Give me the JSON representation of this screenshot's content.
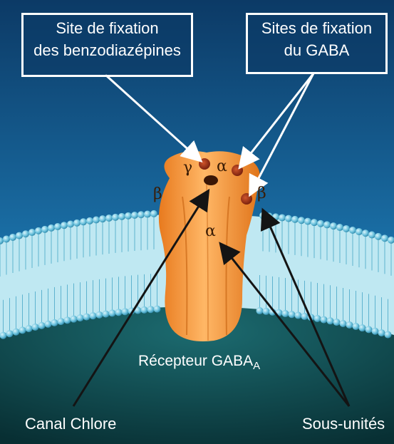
{
  "labels": {
    "benzo_site": [
      "Site de fixation",
      "des benzodiazépines"
    ],
    "gaba_sites": [
      "Sites de fixation",
      "du GABA"
    ],
    "receptor": "Récepteur GABA",
    "receptor_subscript": "A",
    "chloride_channel": "Canal Chlore",
    "subunits": "Sous-unités"
  },
  "subunits": {
    "gamma": "γ",
    "alpha_top": "α",
    "beta_left": "β",
    "beta_right": "β",
    "alpha_front": "α"
  },
  "colors": {
    "background_top": "#0d3f6b",
    "background_bottom": "#1f7fb8",
    "membrane_head": "#6dc3de",
    "membrane_tail": "#c9eef5",
    "cell_interior": "#0c4c52",
    "protein": "#f59b3b",
    "binding_site": "#a23217"
  }
}
